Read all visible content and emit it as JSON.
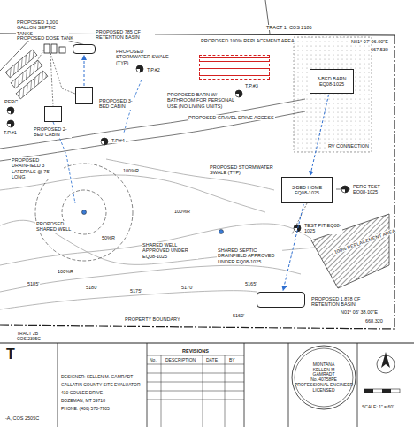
{
  "diagram": {
    "nodes": [
      {
        "text": [
          "PROPOSED 785 CF RETENTION BASIN"
        ]
      },
      {
        "text": [
          "PROPOSED 3-BED CABIN"
        ]
      },
      {
        "text": [
          "PROPOSED 2-BED CABIN"
        ]
      },
      {
        "text": [
          "PROPOSED 100% REPLACEMENT AREA"
        ]
      },
      {
        "text": [
          "3-BED BARN",
          "EQ08-1025"
        ]
      },
      {
        "text": [
          "3-BED HOME",
          "EQ08-1025"
        ]
      },
      {
        "text": [
          "PROPOSED 1,878 CF RETENTION BASIN"
        ]
      },
      {
        "text": [
          "MONTANA",
          "KELLEN M",
          "GAMRADT",
          "No. 40758PE",
          "PROFESSIONAL ENGINEER",
          "LICENSED"
        ]
      }
    ],
    "edges": [
      {
        "from": 1,
        "to": 0,
        "arrow": "to"
      },
      {
        "from": 4,
        "to": 5,
        "arrow": "to"
      },
      {
        "from": 5,
        "to": 6,
        "arrow": "to"
      }
    ],
    "labels": [
      "TRACT 1, COS 2186",
      "N01° 07' 06.00\"E",
      "667.530",
      "PROPOSED 1,000 GALLON SEPTIC TANKS",
      "PROPOSED DOSE TANK",
      "PROPOSED STORMWATER SWALE (TYP)",
      "T.P.#2",
      "T.P.#3",
      "PROPOSED BARN W/ BATHROOM FOR PERSONAL USE (NO LIVING UNITS)",
      "PROPOSED GRAVEL DRIVE ACCESS",
      "PERC",
      "T.P.#1",
      "T.P.#4",
      "PROPOSED DRAINFIELD 3 LATERALS @ 75' LONG",
      "RV CONNECTION",
      "PROPOSED STORMWATER SWALE (TYP)",
      "PERC TEST EQ08-1025",
      "TEST PIT EQ08-1025",
      "100%R",
      "100%R",
      "50%R",
      "100%R",
      "PROPOSED SHARED WELL",
      "SHARED WELL APPROVED UNDER EQ08-1025",
      "SHARED SEPTIC DRAINFIELD APPROVED UNDER EQ08-1025",
      "100% REPLACEMENT AREA",
      "5165'",
      "5160'",
      "5170'",
      "5175'",
      "5180'",
      "5185'",
      "PROPERTY BOUNDARY",
      "N01° 06' 38.00\"E",
      "668.320",
      "TRACT 2B",
      "COS 2305C",
      "T",
      "-A, COS 2505C",
      "DESIGNER: KELLEN M. GAMRADT",
      "GALLATIN COUNTY SITE EVALUATOR",
      "410 COULEE DRIVE",
      "BOZEMAN, MT 59718",
      "PHONE: (406) 570-7905",
      "REVISIONS",
      "No.",
      "DESCRIPTION",
      "DATE",
      "BY",
      "SCALE: 1\" = 60'"
    ]
  }
}
